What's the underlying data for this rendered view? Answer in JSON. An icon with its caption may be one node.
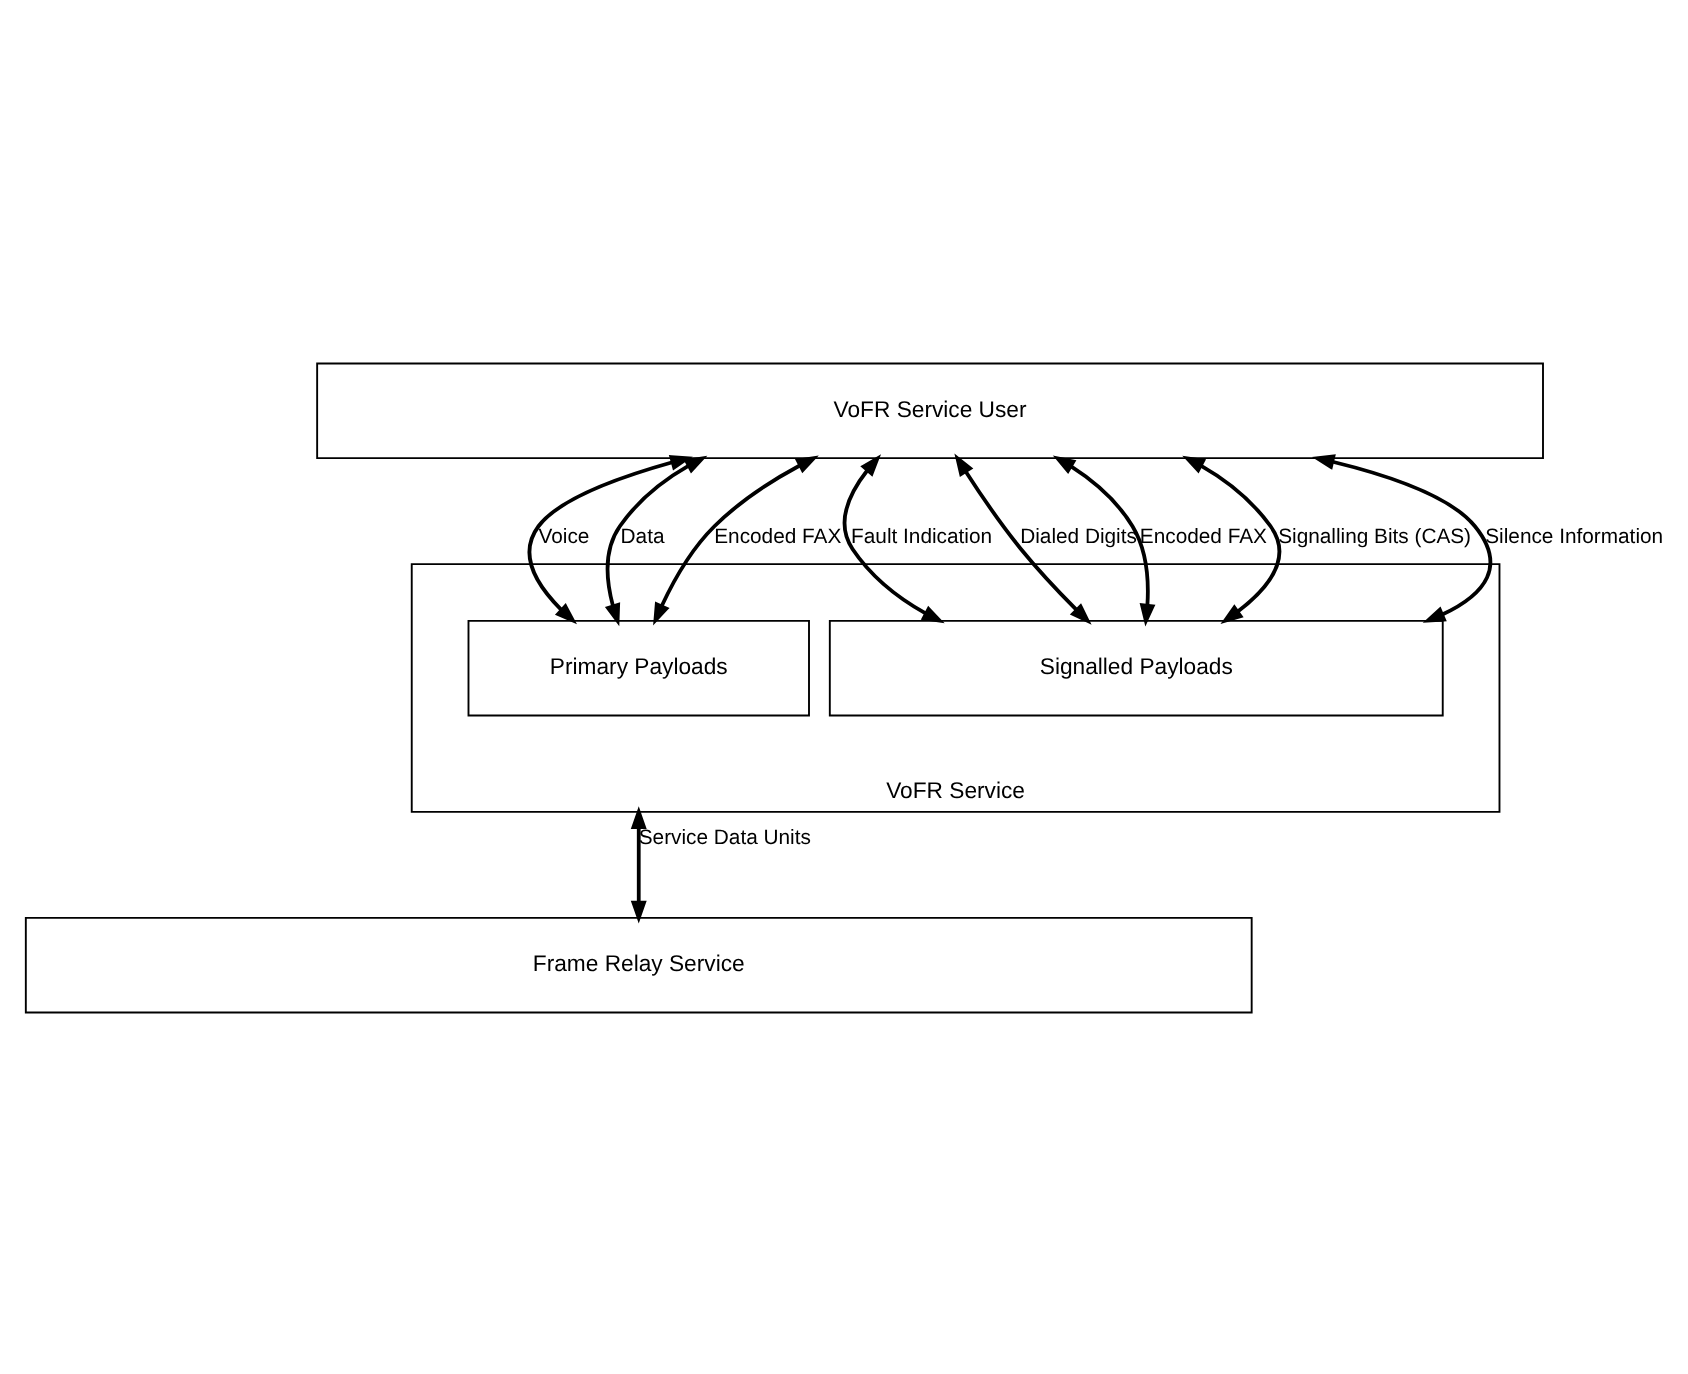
{
  "diagram": {
    "nodes": [
      {
        "text": [
          "VoFR Service User"
        ]
      },
      {
        "text": [
          "VoFR Service"
        ]
      },
      {
        "text": [
          "Primary Payloads"
        ],
        "in": 1
      },
      {
        "text": [
          "Signalled Payloads"
        ],
        "in": 1
      },
      {
        "text": [
          "Frame Relay Service"
        ]
      }
    ],
    "edges": [
      {
        "from": 0,
        "to": 2,
        "arrow": "both",
        "label": "Voice"
      },
      {
        "from": 0,
        "to": 2,
        "arrow": "both",
        "label": "Data"
      },
      {
        "from": 0,
        "to": 2,
        "arrow": "both",
        "label": "Encoded FAX"
      },
      {
        "from": 0,
        "to": 3,
        "arrow": "both",
        "label": "Fault Indication"
      },
      {
        "from": 0,
        "to": 3,
        "arrow": "both",
        "label": "Dialed Digits"
      },
      {
        "from": 0,
        "to": 3,
        "arrow": "both",
        "label": "Encoded FAX"
      },
      {
        "from": 0,
        "to": 3,
        "arrow": "both",
        "label": "Signalling Bits (CAS)"
      },
      {
        "from": 0,
        "to": 3,
        "arrow": "both",
        "label": "Silence Information"
      },
      {
        "from": 1,
        "to": 4,
        "arrow": "both",
        "label": "Service Data Units"
      }
    ]
  }
}
